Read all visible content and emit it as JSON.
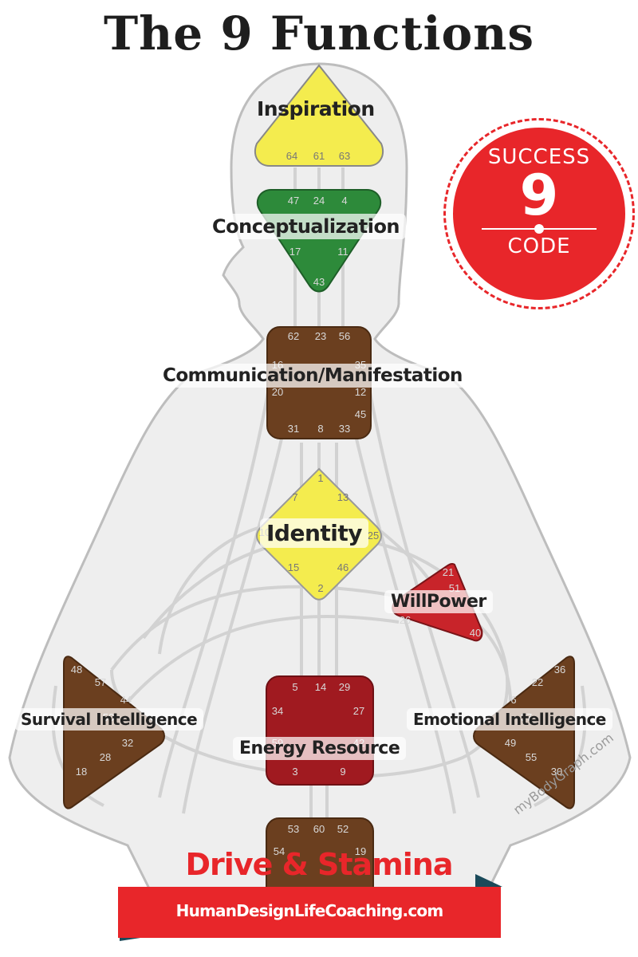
{
  "title": "The 9 Functions",
  "badge": {
    "line1": "SUCCESS",
    "number": "9",
    "line2": "CODE"
  },
  "centers": {
    "head": {
      "label": "Inspiration",
      "gates": [
        "64",
        "61",
        "63"
      ],
      "color": "#f4ec4e"
    },
    "ajna": {
      "label": "Conceptualization",
      "gates": [
        "47",
        "24",
        "4",
        "17",
        "11",
        "43"
      ],
      "color": "#2d8a3a"
    },
    "throat": {
      "label": "Communication/Manifestation",
      "gates": [
        "62",
        "23",
        "56",
        "16",
        "35",
        "20",
        "12",
        "45",
        "31",
        "8",
        "33"
      ],
      "color": "#6b3f1f"
    },
    "g": {
      "label": "Identity",
      "gates": [
        "1",
        "7",
        "13",
        "10",
        "25",
        "15",
        "46",
        "2"
      ],
      "color": "#f4ec4e"
    },
    "ego": {
      "label": "WillPower",
      "gates": [
        "21",
        "51",
        "26",
        "40"
      ],
      "color": "#c8242a"
    },
    "spleen": {
      "label": "Survival Intelligence",
      "gates": [
        "48",
        "57",
        "44",
        "50",
        "32",
        "28",
        "18"
      ],
      "color": "#6b3f1f"
    },
    "sacral": {
      "label": "Energy Resource",
      "gates": [
        "5",
        "14",
        "29",
        "34",
        "27",
        "59",
        "42",
        "3",
        "9"
      ],
      "color": "#a01a20"
    },
    "solar": {
      "label": "Emotional Intelligence",
      "gates": [
        "36",
        "22",
        "6",
        "37",
        "49",
        "55",
        "30"
      ],
      "color": "#6b3f1f"
    },
    "root": {
      "label": "Drive & Stamina",
      "gates": [
        "53",
        "60",
        "52",
        "54",
        "19"
      ],
      "color": "#6b3f1f"
    }
  },
  "banner_text": "HumanDesignLifeCoaching.com",
  "watermark": "myBodyGraph.com",
  "colors": {
    "accent": "#e8262a",
    "body": "#ececec",
    "text": "#222222"
  }
}
